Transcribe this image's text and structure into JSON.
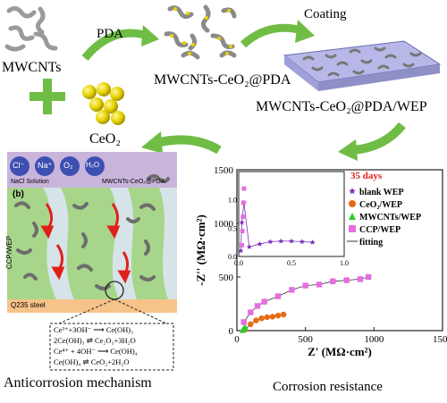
{
  "synthesis": {
    "mwcnts_label": "MWCNTs",
    "ceo2_label": "CeO₂",
    "step_pda": "PDA",
    "step_coating": "Coating",
    "hybrid_label": "MWCNTs-CeO₂@PDA",
    "coating_label": "MWCNTs-CeO₂@PDA/WEP"
  },
  "mechanism": {
    "panel_letter": "(b)",
    "ions": [
      "Cl⁻",
      "Na⁺",
      "O₂",
      "H₂O"
    ],
    "solution_label": "NaCl Solution",
    "legend_label": "MWCNTs-CeO₂@PDA",
    "coating_side_label": "CCP/WEP",
    "substrate_label": "Q235 steel",
    "reactions": [
      "Ce³⁺+3OH⁻ ⟶ Ce(OH)₃",
      "2Ce(OH)₃ ⇌ Ce₂O₃+3H₂O",
      "Ce⁴⁺ + 4OH⁻ ⟶ Ce(OH)₄",
      "Ce(OH)₄ ⇌ CeO₂+2H₂O"
    ],
    "caption": "Anticorrosion mechanism"
  },
  "chart_caption": "Corrosion resistance",
  "colors": {
    "tube": "#9a9a9a",
    "ceo2": "#e8d400",
    "arrow_green": "#6fbd45",
    "coating_green": "#a7d58a",
    "solution_purple": "#c9b5dc",
    "steel_orange": "#f6c38a",
    "red_arrow": "#e0201b"
  },
  "chart_data": {
    "type": "scatter",
    "title": "35 days",
    "xlabel": "Z' (MΩ·cm²)",
    "ylabel": "-Z'' (MΩ·cm²)",
    "xlim": [
      0,
      1500
    ],
    "ylim": [
      0,
      1500
    ],
    "xticks": [
      0,
      500,
      1000,
      1500
    ],
    "yticks": [
      0,
      500,
      1000,
      1500
    ],
    "series": [
      {
        "name": "blank WEP",
        "color": "#7b2fc0",
        "marker": "star",
        "x": [
          0.02,
          0.03,
          0.05,
          0.1,
          0.2,
          0.3,
          0.4,
          0.5,
          0.6,
          0.7
        ],
        "y": [
          0.1,
          0.6,
          0.95,
          0.17,
          0.22,
          0.26,
          0.27,
          0.27,
          0.26,
          0.25
        ]
      },
      {
        "name": "CeO₂/WEP",
        "color": "#e86a10",
        "marker": "circle",
        "x": [
          60,
          100,
          140,
          180,
          220,
          260,
          300,
          340
        ],
        "y": [
          10,
          60,
          95,
          115,
          125,
          130,
          140,
          150
        ]
      },
      {
        "name": "MWCNTs/WEP",
        "color": "#2ecc2e",
        "marker": "triangle",
        "x": [
          40,
          45,
          50,
          55,
          60
        ],
        "y": [
          5,
          15,
          25,
          30,
          35
        ]
      },
      {
        "name": "CCP/WEP",
        "color": "#e46ee0",
        "marker": "square",
        "x": [
          50,
          100,
          150,
          200,
          300,
          400,
          500,
          600,
          700,
          800,
          900,
          960
        ],
        "y": [
          80,
          170,
          230,
          270,
          320,
          380,
          420,
          430,
          460,
          470,
          480,
          500
        ]
      }
    ],
    "fit_label": "fitting",
    "inset": {
      "xlim": [
        0,
        1.0
      ],
      "ylim": [
        0,
        1.5
      ],
      "xticks": [
        0.0,
        0.5,
        1.0
      ],
      "yticks": [
        0.0,
        0.5,
        1.0
      ],
      "xtick_labels": [
        "0.0",
        "0.5",
        "1.0"
      ],
      "ytick_labels": [
        "0.0",
        "0.5",
        "1.0"
      ]
    }
  }
}
